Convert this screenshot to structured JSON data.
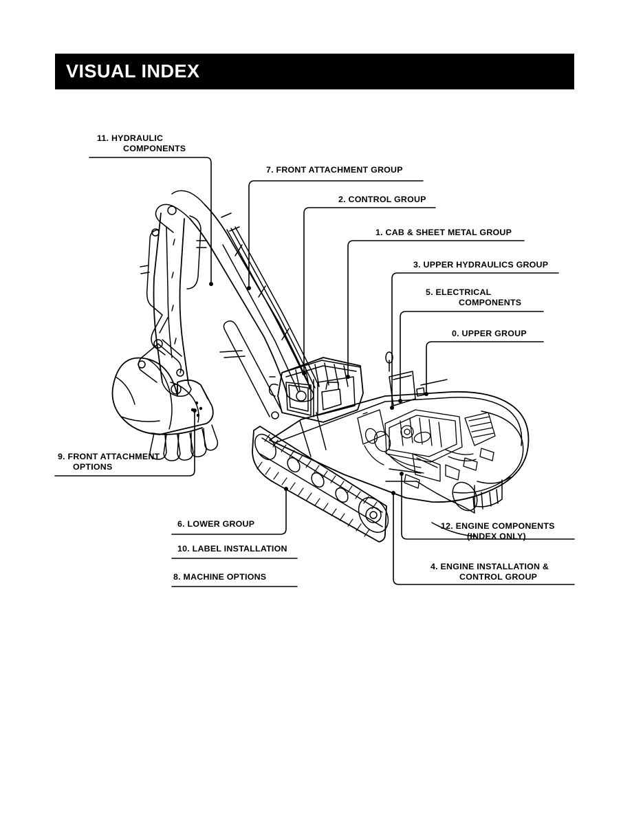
{
  "page": {
    "title": "VISUAL INDEX",
    "background_color": "#ffffff",
    "header_background_color": "#000000",
    "header_text_color": "#ffffff",
    "line_color": "#000000"
  },
  "illustration": {
    "name": "hydraulic-excavator-cutaway",
    "description": "Three-quarter cutaway line drawing of a tracked hydraulic excavator with boom, arm and bucket raised to the left, operator cab and engine compartment on the upper structure, and crawler undercarriage below."
  },
  "callouts": [
    {
      "id": "11",
      "line1": "11. HYDRAULIC",
      "line2": "COMPONENTS",
      "align": "left"
    },
    {
      "id": "7",
      "line1": "7. FRONT ATTACHMENT GROUP",
      "line2": "",
      "align": "left"
    },
    {
      "id": "2",
      "line1": "2. CONTROL GROUP",
      "line2": "",
      "align": "left"
    },
    {
      "id": "1",
      "line1": "1. CAB & SHEET METAL GROUP",
      "line2": "",
      "align": "left"
    },
    {
      "id": "3",
      "line1": "3. UPPER HYDRAULICS GROUP",
      "line2": "",
      "align": "left"
    },
    {
      "id": "5",
      "line1": "5. ELECTRICAL",
      "line2": "COMPONENTS",
      "align": "left"
    },
    {
      "id": "0",
      "line1": "0. UPPER GROUP",
      "line2": "",
      "align": "left"
    },
    {
      "id": "9",
      "line1": "9. FRONT ATTACHMENT",
      "line2": "OPTIONS",
      "align": "left"
    },
    {
      "id": "6",
      "line1": "6. LOWER GROUP",
      "line2": "",
      "align": "left"
    },
    {
      "id": "10",
      "line1": "10. LABEL INSTALLATION",
      "line2": "",
      "align": "left"
    },
    {
      "id": "8",
      "line1": "8. MACHINE OPTIONS",
      "line2": "",
      "align": "left"
    },
    {
      "id": "12",
      "line1": "12. ENGINE COMPONENTS",
      "line2": "(INDEX ONLY)",
      "align": "left"
    },
    {
      "id": "4",
      "line1": "4. ENGINE INSTALLATION &",
      "line2": "CONTROL GROUP",
      "align": "left"
    }
  ]
}
